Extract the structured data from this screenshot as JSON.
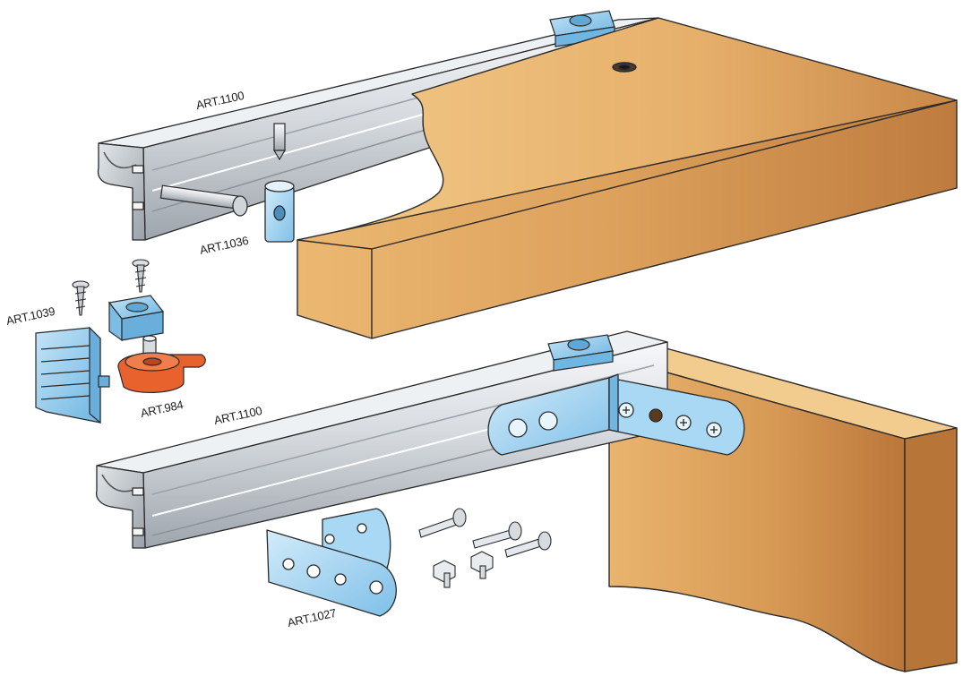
{
  "labels": {
    "top_profile": "ART.1100",
    "top_connector": "ART.1036",
    "end_cap": "ART.1039",
    "cam_lock": "ART.984",
    "bottom_profile": "ART.1100",
    "bracket": "ART.1027"
  },
  "colors": {
    "wood_light": "#EEC07C",
    "wood_mid": "#DDA35F",
    "wood_dark": "#C07C40",
    "aluminium_light": "#F4F6F8",
    "aluminium_mid": "#C9CED4",
    "aluminium_dark": "#8D949B",
    "plastic_blue": "#8DC8EC",
    "steel_blue": "#9ED2F2",
    "cam_orange": "#E8622E",
    "outline": "#2A2A2A"
  }
}
